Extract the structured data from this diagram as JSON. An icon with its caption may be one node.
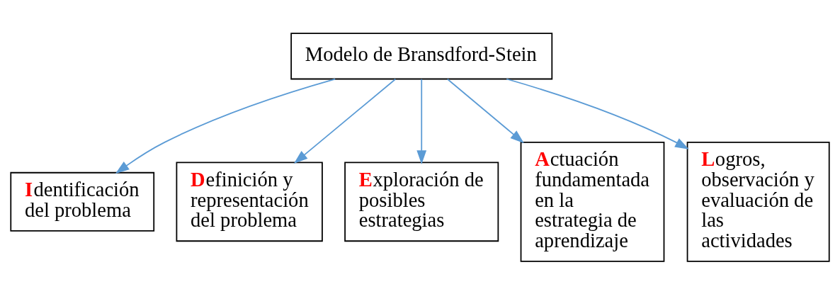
{
  "diagram": {
    "nodes": [
      {
        "text": [
          "Modelo de Bransdford-Stein"
        ]
      },
      {
        "text": [
          "Identificación del problema"
        ]
      },
      {
        "text": [
          "Definición y representación del problema"
        ]
      },
      {
        "text": [
          "Exploración de posibles estrategias"
        ]
      },
      {
        "text": [
          "Actuación fundamentada en la estrategia de aprendizaje"
        ]
      },
      {
        "text": [
          "Logros, observación y evaluación de las actividades"
        ]
      }
    ],
    "edges": [
      {
        "from": 0,
        "to": 1,
        "arrow": "to"
      },
      {
        "from": 0,
        "to": 2,
        "arrow": "to"
      },
      {
        "from": 0,
        "to": 3,
        "arrow": "to"
      },
      {
        "from": 0,
        "to": 4,
        "arrow": "to"
      },
      {
        "from": 0,
        "to": 5,
        "arrow": "to"
      }
    ]
  }
}
